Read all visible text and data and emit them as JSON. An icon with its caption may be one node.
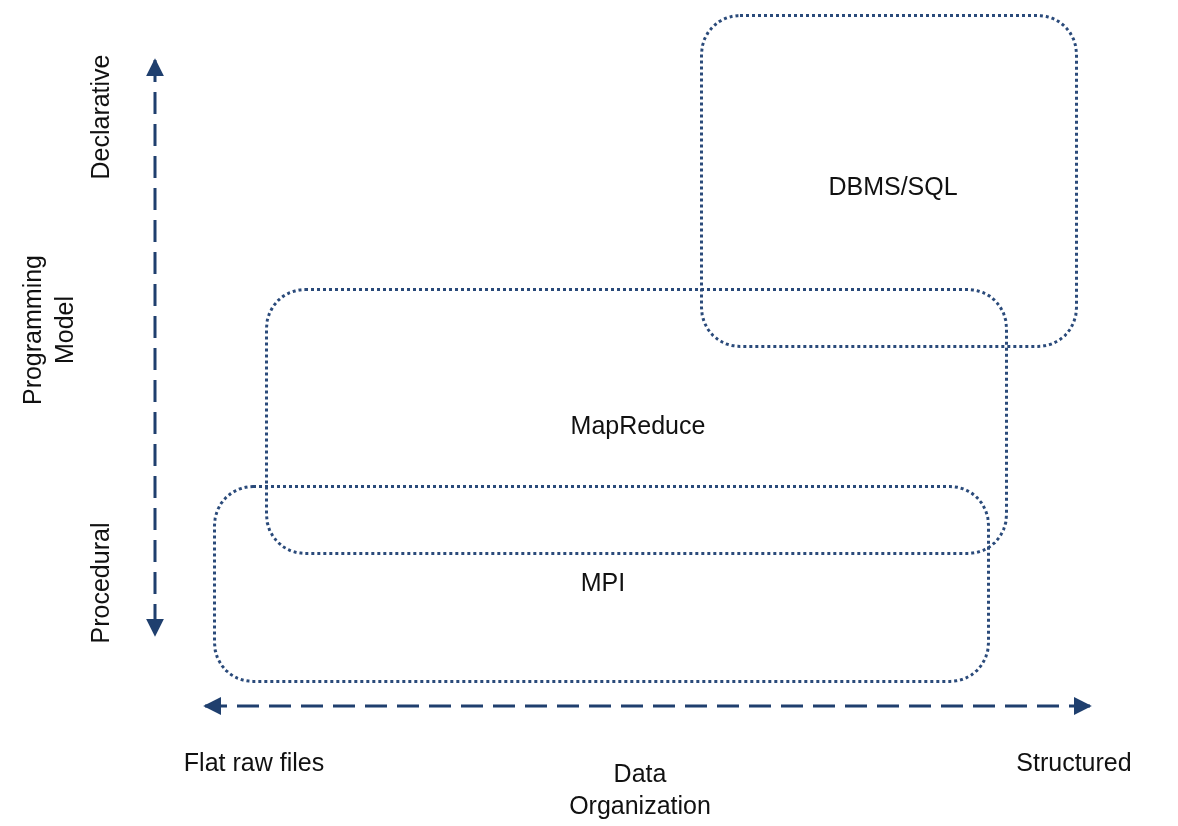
{
  "diagram": {
    "nodes": [
      {
        "text": [
          "DBMS/SQL"
        ]
      },
      {
        "text": [
          "MapReduce"
        ]
      },
      {
        "text": [
          "MPI"
        ]
      }
    ],
    "labels": [
      "Declarative",
      "Programming Model",
      "Procedural",
      "Flat raw files",
      "Data Organization",
      "Structured"
    ]
  }
}
